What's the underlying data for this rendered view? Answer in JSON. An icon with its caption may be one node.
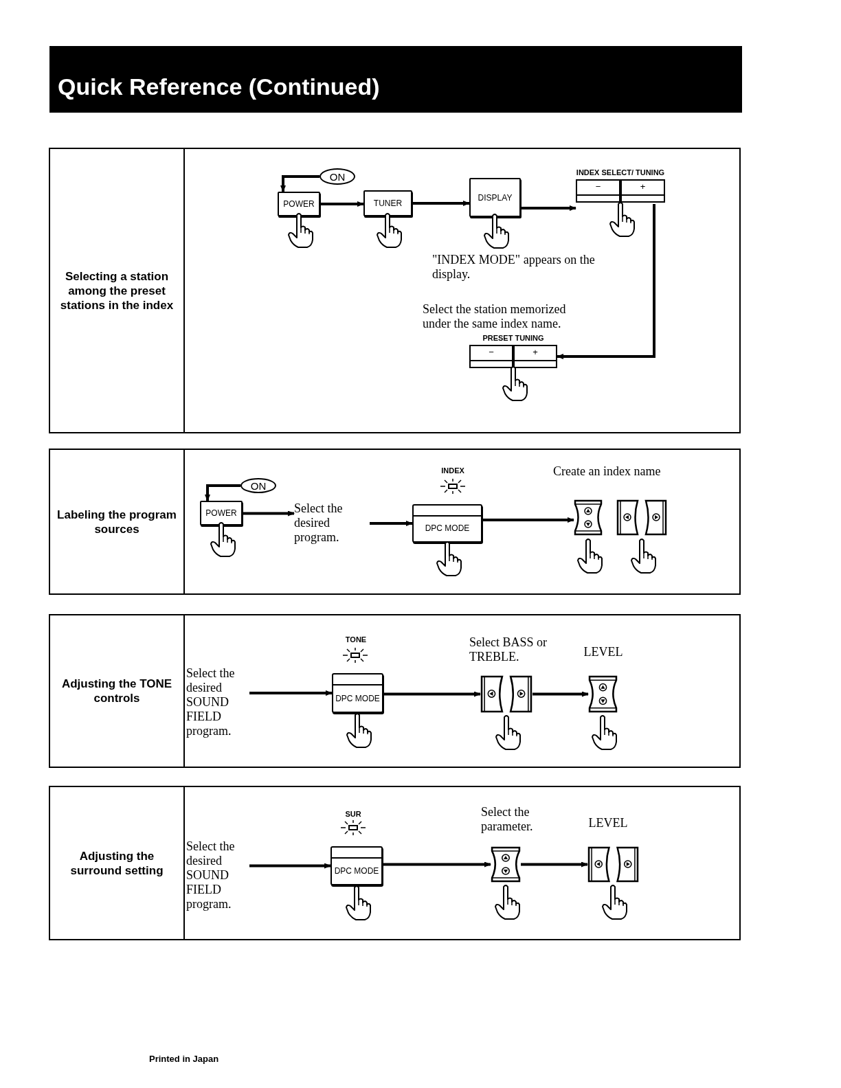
{
  "diagram": {
    "title": "Quick Reference (Continued)",
    "nodes": [
      {
        "text": [
          "Selecting a station among the preset stations in the index"
        ]
      },
      {
        "text": [
          "ON"
        ]
      },
      {
        "text": [
          "POWER"
        ]
      },
      {
        "text": [
          "TUNER"
        ]
      },
      {
        "text": [
          "DISPLAY"
        ],
        "beside": [
          "\"INDEX MODE\" appears on the display."
        ]
      },
      {
        "text": [
          "INDEX SELECT/ TUNING",
          "−",
          "+"
        ]
      },
      {
        "text": [
          "PRESET TUNING",
          "−",
          "+"
        ],
        "beside": [
          "Select the station memorized under the same index name."
        ]
      },
      {
        "text": [
          "Labeling the program sources"
        ]
      },
      {
        "text": [
          "ON"
        ]
      },
      {
        "text": [
          "POWER"
        ]
      },
      {
        "text": [
          "Select the desired program."
        ]
      },
      {
        "text": [
          "DPC MODE"
        ]
      },
      {
        "text": [],
        "shape": "box"
      },
      {
        "text": [],
        "shape": "box"
      },
      {
        "text": [
          "Adjusting the TONE controls"
        ]
      },
      {
        "text": [
          "Select the desired SOUND FIELD program."
        ]
      },
      {
        "text": [
          "DPC MODE"
        ]
      },
      {
        "text": [],
        "shape": "box",
        "beside": [
          "Select BASS or TREBLE."
        ]
      },
      {
        "text": [],
        "shape": "box",
        "beside": [
          "LEVEL"
        ]
      },
      {
        "text": [
          "Adjusting the surround setting"
        ]
      },
      {
        "text": [
          "Select the desired SOUND FIELD program."
        ]
      },
      {
        "text": [
          "DPC MODE"
        ]
      },
      {
        "text": [],
        "shape": "box",
        "beside": [
          "Select the parameter."
        ]
      },
      {
        "text": [],
        "shape": "box",
        "beside": [
          "LEVEL"
        ]
      }
    ],
    "edges": [
      {
        "from": 1,
        "to": 2,
        "arrow": "to"
      },
      {
        "from": 2,
        "to": 3,
        "arrow": "to"
      },
      {
        "from": 3,
        "to": 4,
        "arrow": "to"
      },
      {
        "from": 4,
        "to": 5,
        "arrow": "to"
      },
      {
        "from": 5,
        "to": 6,
        "arrow": "to"
      },
      {
        "from": 8,
        "to": 9,
        "arrow": "to"
      },
      {
        "from": 9,
        "to": 10,
        "arrow": "to"
      },
      {
        "from": 10,
        "to": 11,
        "arrow": "to"
      },
      {
        "from": 11,
        "to": 12,
        "arrow": "to"
      },
      {
        "from": 15,
        "to": 16,
        "arrow": "to"
      },
      {
        "from": 16,
        "to": 17,
        "arrow": "to"
      },
      {
        "from": 17,
        "to": 18,
        "arrow": "to"
      },
      {
        "from": 20,
        "to": 21,
        "arrow": "to"
      },
      {
        "from": 21,
        "to": 22,
        "arrow": "to"
      },
      {
        "from": 22,
        "to": 23,
        "arrow": "to"
      }
    ],
    "labels": [
      "INDEX",
      "Create an index name",
      "TONE",
      "SUR",
      "Printed in Japan"
    ]
  }
}
